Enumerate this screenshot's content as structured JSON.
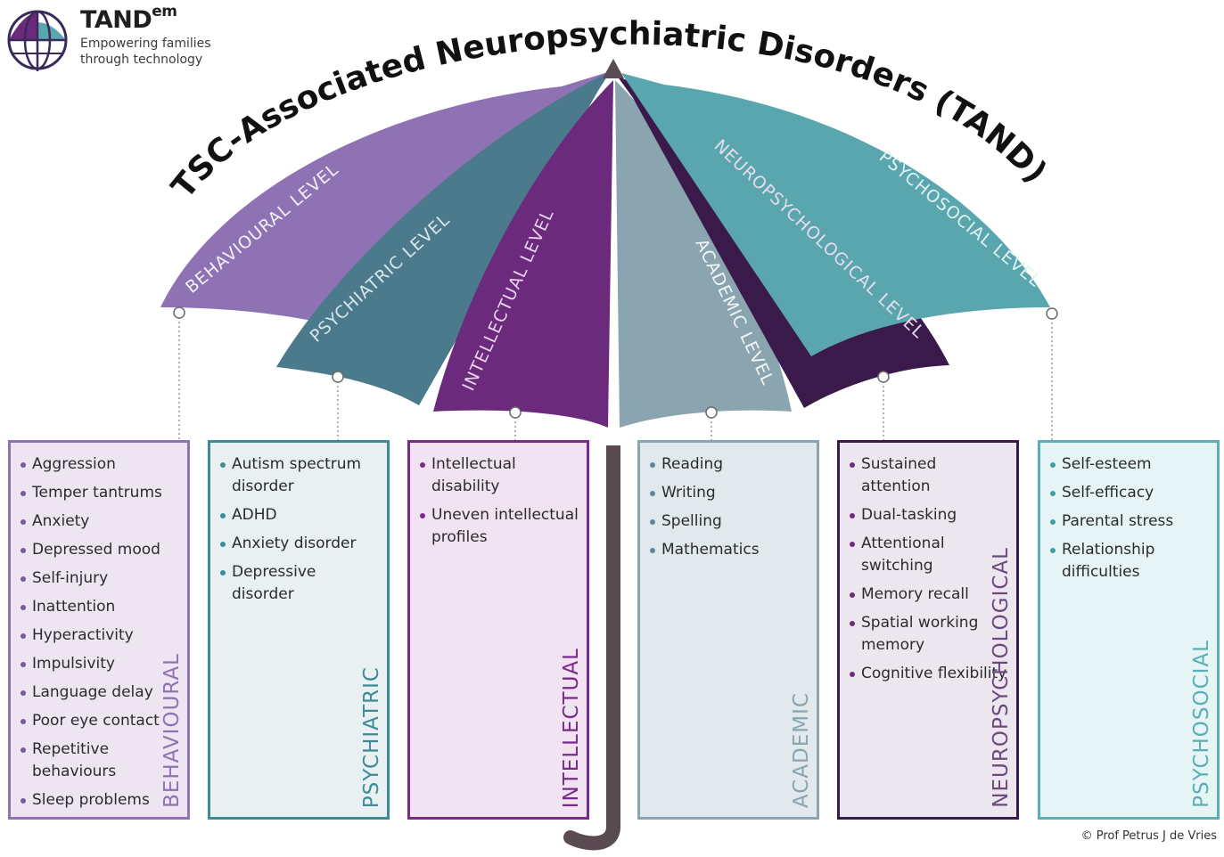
{
  "logo": {
    "brand": "TAND",
    "brand_sup": "em",
    "tagline": "Empowering families through technology"
  },
  "title": "TSC-Associated Neuropsychiatric Disorders (TAND)",
  "levels": [
    {
      "label": "BEHAVIOURAL LEVEL",
      "color": "#8e72b4"
    },
    {
      "label": "PSYCHIATRIC LEVEL",
      "color": "#4a7a8c"
    },
    {
      "label": "INTELLECTUAL LEVEL",
      "color": "#6b2a7c"
    },
    {
      "label": "ACADEMIC LEVEL",
      "color": "#8aa4b0"
    },
    {
      "label": "NEUROPSYCHOLOGICAL LEVEL",
      "color": "#3a1a4a"
    },
    {
      "label": "PSYCHOSOCIAL LEVEL",
      "color": "#5aa6ae"
    }
  ],
  "boxes": [
    {
      "label": "BEHAVIOURAL",
      "border": "#8e72b4",
      "fill": "#ede6f2",
      "dot": "#7a5aa0",
      "text_color": "#8e72b4",
      "items": [
        "Aggression",
        "Temper tantrums",
        "Anxiety",
        "Depressed mood",
        "Self-injury",
        "Inattention",
        "Hyperactivity",
        "Impulsivity",
        "Language delay",
        "Poor eye contact",
        "Repetitive behaviours",
        "Sleep problems"
      ]
    },
    {
      "label": "PSYCHIATRIC",
      "border": "#3f8a98",
      "fill": "#e8f0f2",
      "dot": "#3f8a98",
      "text_color": "#3f8a98",
      "items": [
        "Autism spectrum disorder",
        "ADHD",
        "Anxiety disorder",
        "Depressive disorder"
      ]
    },
    {
      "label": "INTELLECTUAL",
      "border": "#7a2a8a",
      "fill": "#f1e3f1",
      "dot": "#7a2a8a",
      "text_color": "#7a2a8a",
      "items": [
        "Intellectual disability",
        "Uneven intellectual profiles"
      ]
    },
    {
      "label": "ACADEMIC",
      "border": "#8aa4b0",
      "fill": "#e2e9ec",
      "dot": "#5a8a96",
      "text_color": "#8aa4b0",
      "items": [
        "Reading",
        "Writing",
        "Spelling",
        "Mathematics"
      ]
    },
    {
      "label": "NEUROPSYCHOLOGICAL",
      "border": "#3a1a4a",
      "fill": "#ece7ef",
      "dot": "#6b2a7c",
      "text_color": "#6b4a80",
      "items": [
        "Sustained attention",
        "Dual-tasking",
        "Attentional switching",
        "Memory recall",
        "Spatial working memory",
        "Cognitive flexibility"
      ]
    },
    {
      "label": "PSYCHOSOCIAL",
      "border": "#5aaeb6",
      "fill": "#e6f4f5",
      "dot": "#3f9aa3",
      "text_color": "#5aaeb6",
      "items": [
        "Self-esteem",
        "Self-efficacy",
        "Parental stress",
        "Relationship difficulties"
      ]
    }
  ],
  "credit": "© Prof Petrus J de Vries"
}
